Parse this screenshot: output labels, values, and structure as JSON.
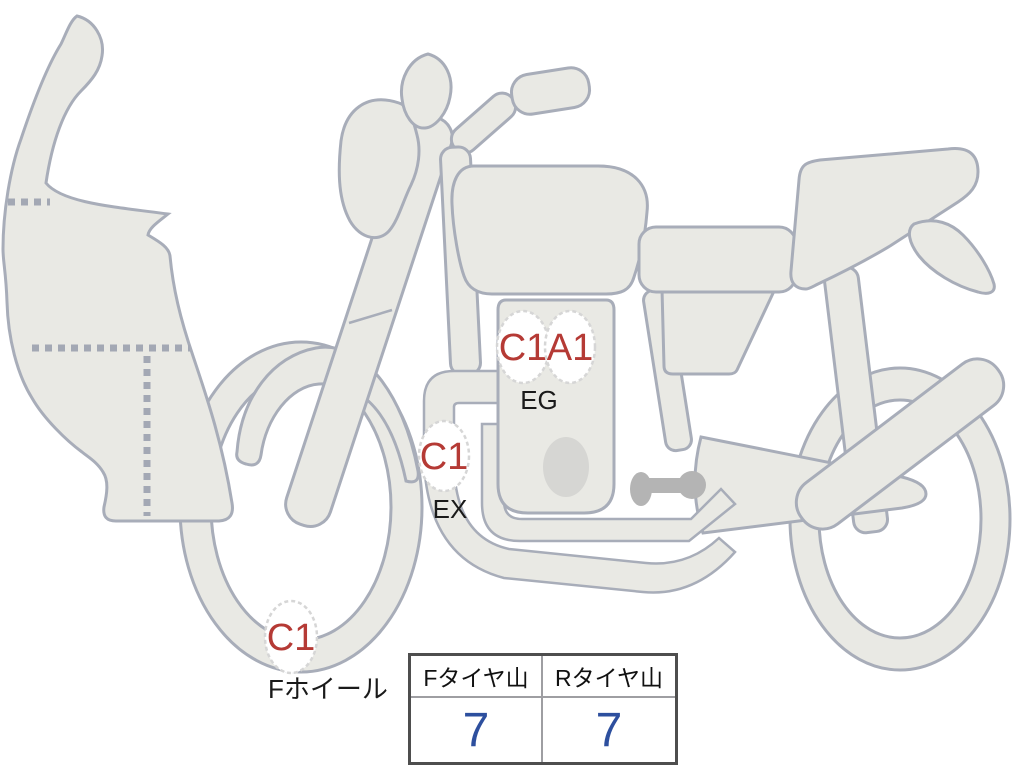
{
  "diagram": {
    "title": "motorcycle-condition-diagram",
    "markers": [
      {
        "code": "C1",
        "part": "EG"
      },
      {
        "code": "A1",
        "part": "EG"
      },
      {
        "code": "C1",
        "part": "EX"
      },
      {
        "code": "C1",
        "part": "Fホイール"
      }
    ],
    "part_labels": {
      "engine": "EG",
      "exhaust": "EX",
      "front_wheel": "Fホイール"
    }
  },
  "tire_table": {
    "columns": [
      {
        "header": "Fタイヤ山",
        "value": "7"
      },
      {
        "header": "Rタイヤ山",
        "value": "7"
      }
    ]
  },
  "colors": {
    "body_fill": "#e9e9e4",
    "outline": "#a8adb9",
    "marker_text_red": "#b53a35",
    "tread_value_blue": "#2d4f9e",
    "label_text": "#1a1a1a",
    "table_border": "#4e4e4e",
    "hardware_gray": "#b4b4b4",
    "piston_gray": "#d6d6d3"
  }
}
